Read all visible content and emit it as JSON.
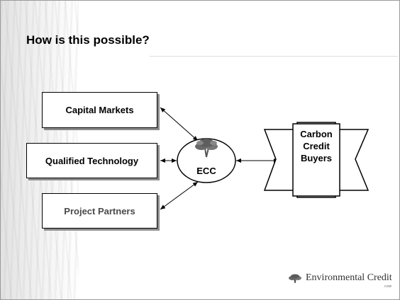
{
  "slide": {
    "title": "How is this possible?",
    "boxes": {
      "capital_markets": "Capital Markets",
      "qualified_technology": "Qualified Technology",
      "project_partners": "Project Partners"
    },
    "center": {
      "label": "ECC",
      "icon": "tree-icon"
    },
    "buyers": {
      "line1": "Carbon",
      "line2": "Credit",
      "line3": "Buyers"
    },
    "logo": {
      "name": "Environmental Credit",
      "suffix": "CORP.",
      "icon": "tree-icon"
    }
  }
}
